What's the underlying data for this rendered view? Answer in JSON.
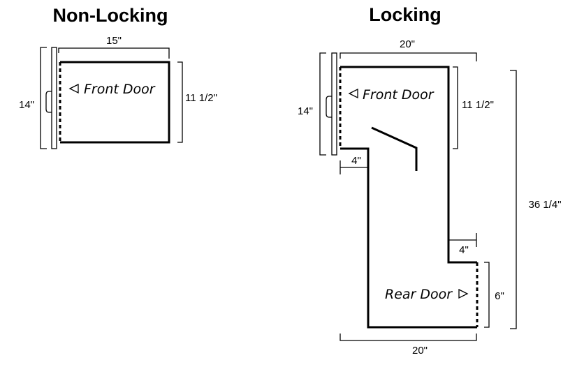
{
  "non_locking": {
    "title": "Non-Locking",
    "dim_width": "15\"",
    "dim_height_outer": "14\"",
    "dim_height_inner": "11 1/2\"",
    "door_label": "Front Door"
  },
  "locking": {
    "title": "Locking",
    "dim_top_width": "20\"",
    "dim_height_outer": "14\"",
    "dim_height_inner": "11 1/2\"",
    "dim_total_height": "36 1/4\"",
    "dim_left_step": "4\"",
    "dim_right_step": "4\"",
    "dim_rear_door": "6\"",
    "dim_bottom_width": "20\"",
    "front_door_label": "Front Door",
    "rear_door_label": "Rear Door"
  }
}
